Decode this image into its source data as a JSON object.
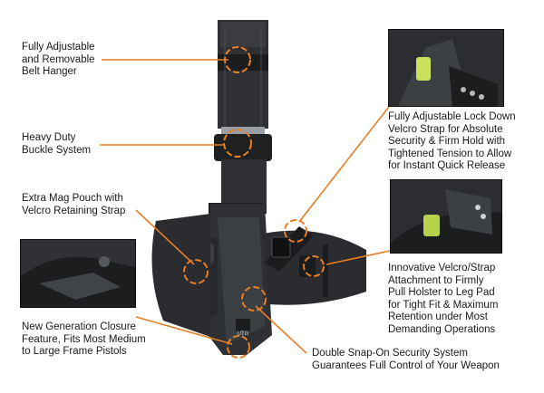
{
  "colors": {
    "callout": "#e67e22",
    "text": "#1a1a1a",
    "nylon": "#2e3033",
    "nylon_light": "#4a4d52",
    "nylon_dark": "#1b1c1e",
    "highlight": "#c9e05a"
  },
  "callouts": [
    {
      "id": "belt-hanger",
      "text": "Fully Adjustable\nand Removable\nBelt Hanger"
    },
    {
      "id": "buckle-system",
      "text": "Heavy Duty\nBuckle System"
    },
    {
      "id": "mag-pouch",
      "text": "Extra Mag Pouch with\nVelcro Retaining Strap"
    },
    {
      "id": "closure-feature",
      "text": "New Generation Closure\nFeature, Fits Most Medium\nto Large Frame Pistols"
    },
    {
      "id": "lock-down-strap",
      "text": "Fully Adjustable Lock Down\nVelcro Strap for Absolute\nSecurity & Firm Hold with\nTightened Tension to Allow\nfor Instant Quick Release"
    },
    {
      "id": "leg-pad-attachment",
      "text": "Innovative Velcro/Strap\nAttachment to Firmly\nPull Holster to Leg Pad\nfor Tight Fit & Maximum\nRetention under Most\nDemanding Operations"
    },
    {
      "id": "snap-on-security",
      "text": "Double Snap-On Security System\nGuarantees Full Control of Your Weapon"
    }
  ],
  "logo_text": "UTG"
}
